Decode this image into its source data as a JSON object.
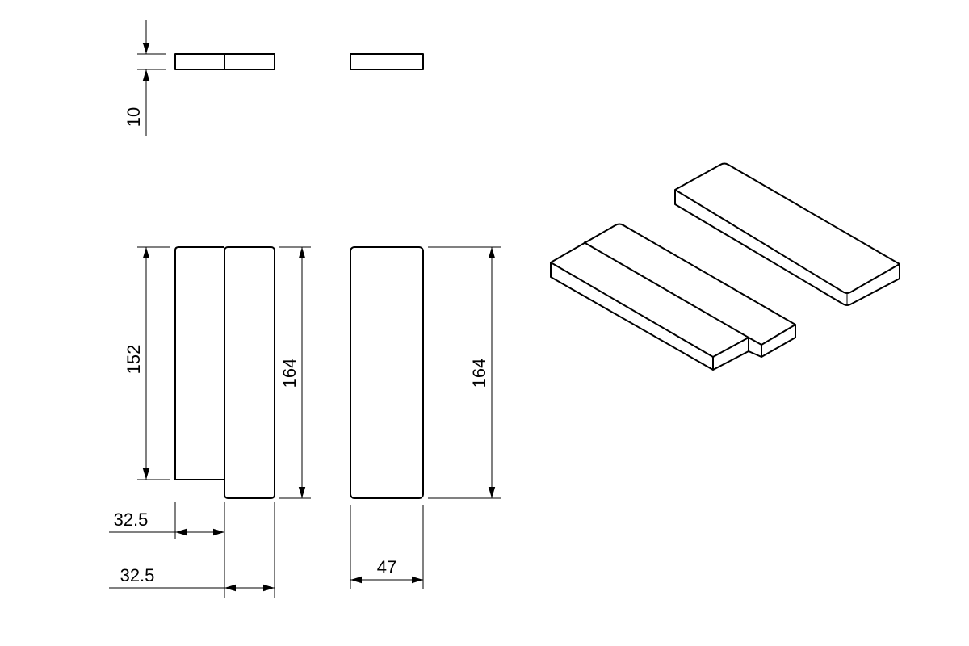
{
  "dimensions": {
    "thickness": "10",
    "left_piece_height": "152",
    "right_piece_height": "164",
    "side_view_height": "164",
    "left_piece_width": "32.5",
    "right_piece_width": "32.5",
    "side_view_width": "47"
  },
  "colors": {
    "line": "#000000",
    "background": "#ffffff"
  }
}
